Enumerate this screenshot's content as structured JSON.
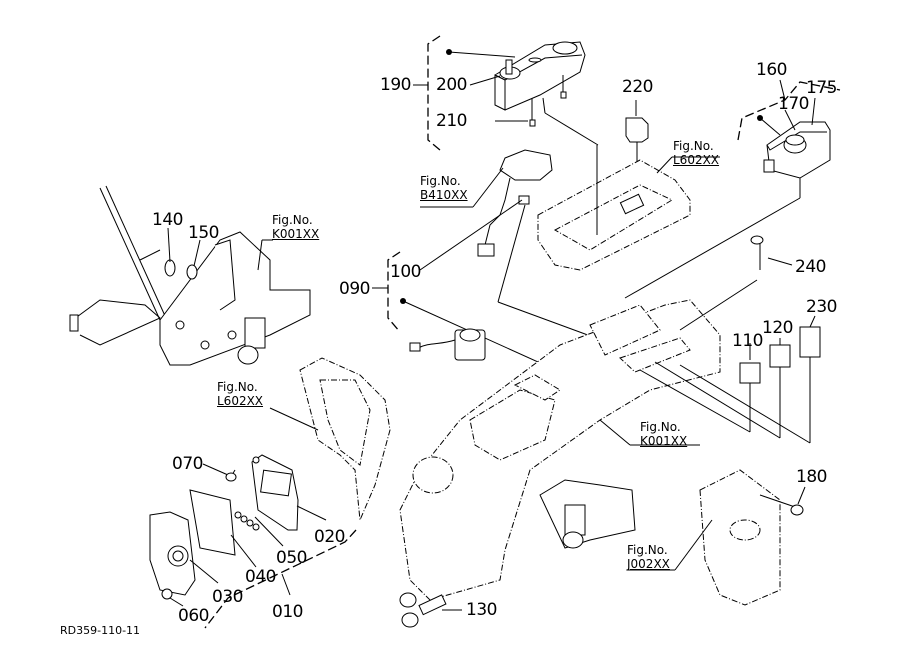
{
  "drawing_code": "RD359-110-11",
  "fig_refs": {
    "prefix": "Fig.No.",
    "b410": "B410XX",
    "l602_top": "L602XX",
    "k001_left": "K001XX",
    "l602_left": "L602XX",
    "k001_center": "K001XX",
    "j002": "J002XX"
  },
  "part_labels": {
    "p010": "010",
    "p020": "020",
    "p030": "030",
    "p040": "040",
    "p050": "050",
    "p060": "060",
    "p070": "070",
    "p090": "090",
    "p100": "100",
    "p110": "110",
    "p120": "120",
    "p130": "130",
    "p140": "140",
    "p150": "150",
    "p160": "160",
    "p170": "170",
    "p175": "175",
    "p180": "180",
    "p190": "190",
    "p200": "200",
    "p210": "210",
    "p220": "220",
    "p230": "230",
    "p240": "240"
  }
}
